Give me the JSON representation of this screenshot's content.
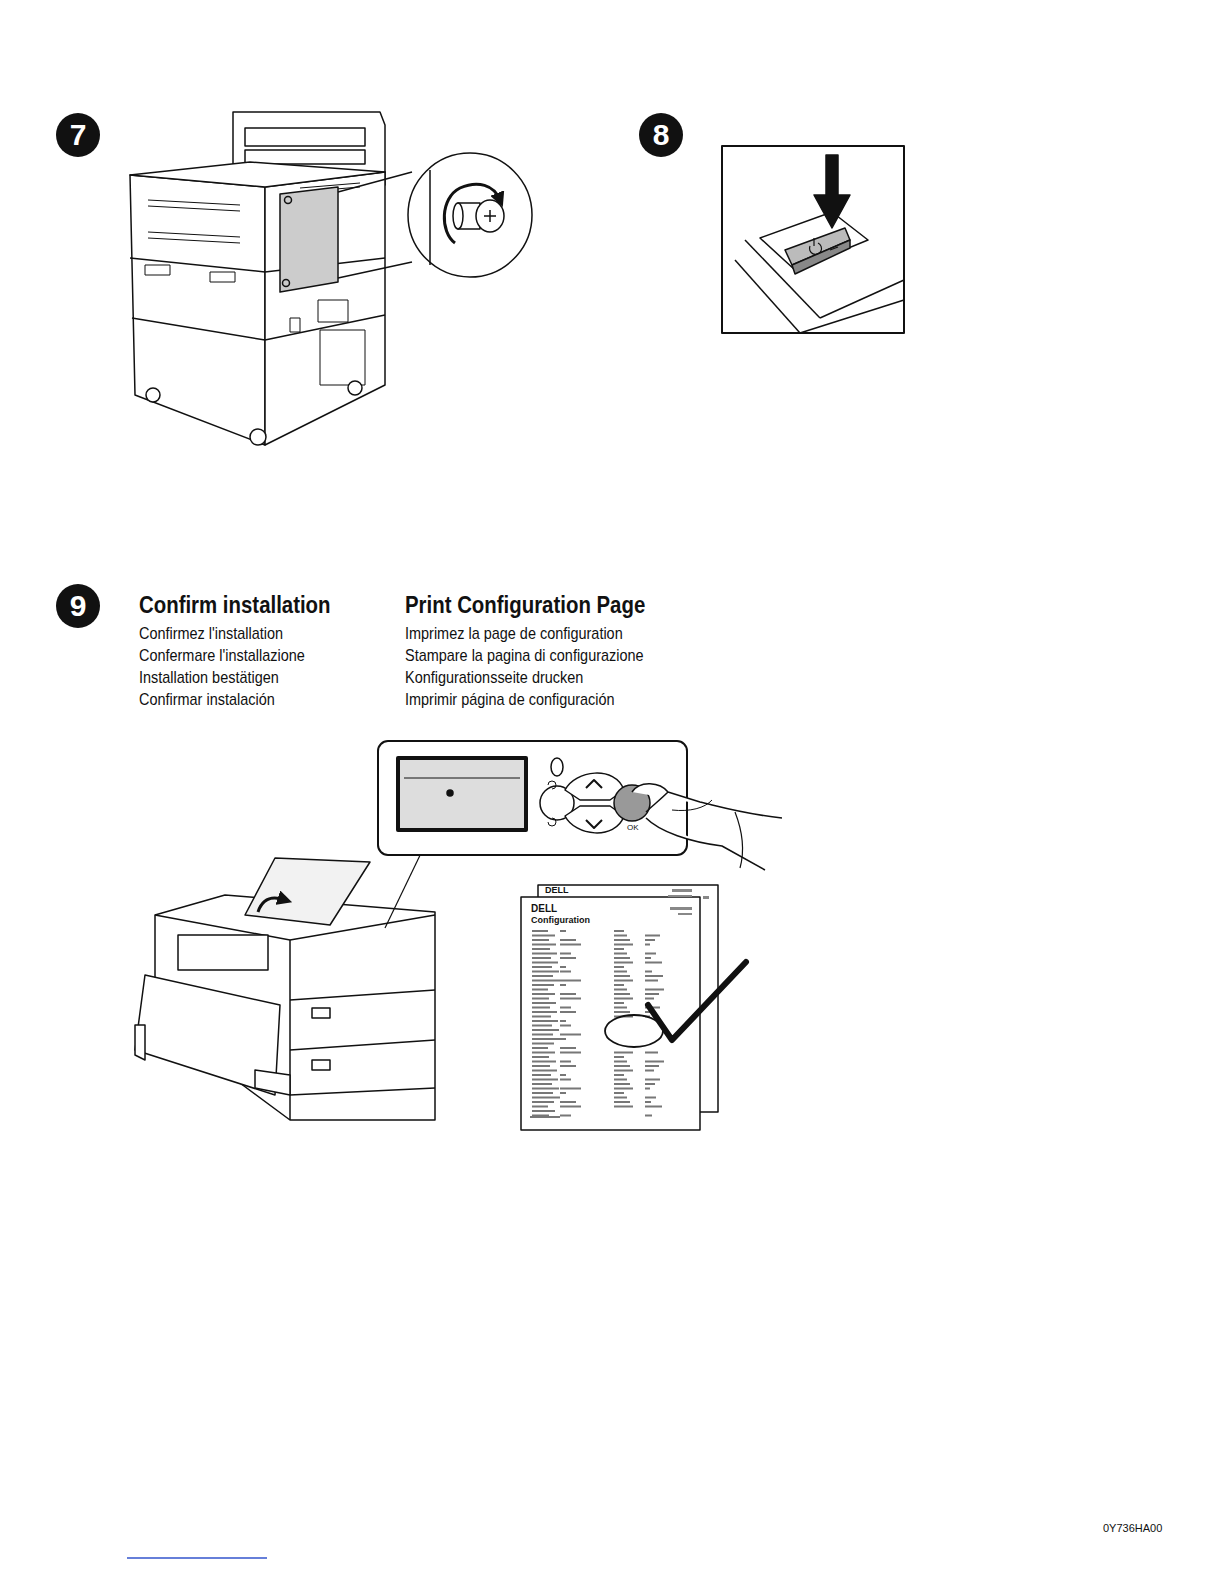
{
  "diagram": {
    "nodes": [
      {
        "text": [
          "7"
        ]
      },
      {
        "text": [
          "8"
        ]
      },
      {
        "text": [
          "9"
        ]
      }
    ],
    "labels": [
      "Confirm installation",
      "Confirmez l'installation",
      "Confermare l'installazione",
      "Installation bestätigen",
      "Confirmar instalación",
      "Print Configuration Page",
      "Imprimez la page de configuration",
      "Stampare la pagina di configurazione",
      "Konfigurationsseite drucken",
      "Imprimir página de configuración",
      "OK",
      "DELL",
      "DELL",
      "Configuration",
      "0Y736HA00"
    ]
  }
}
